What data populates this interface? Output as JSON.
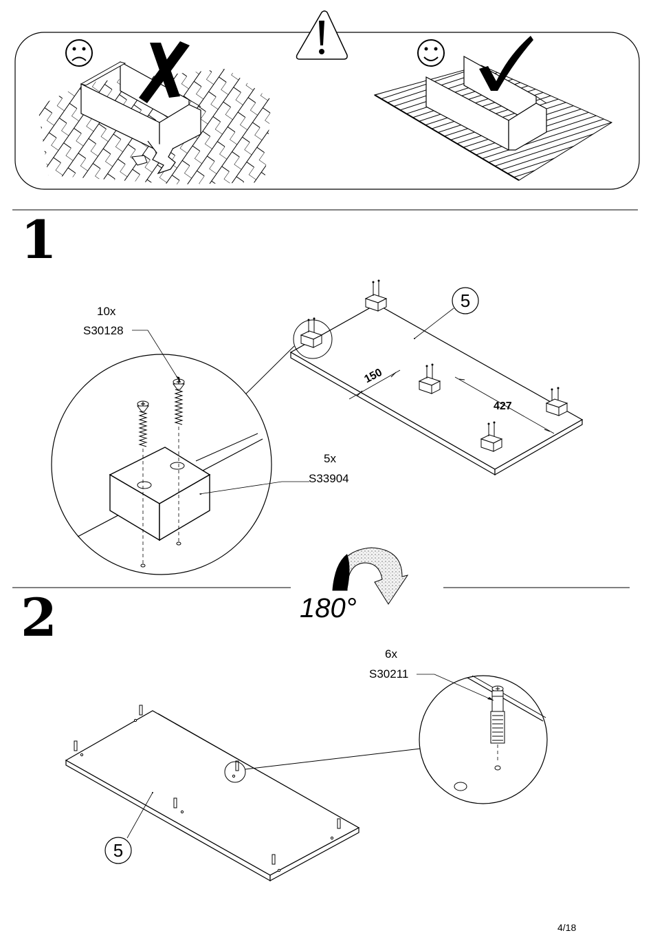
{
  "warning": {
    "icons": [
      "sad-face-icon",
      "warning-triangle-icon",
      "happy-face-icon",
      "cross-icon",
      "checkmark-icon"
    ]
  },
  "step1": {
    "number": "1",
    "screw_qty": "10x",
    "screw_code": "S30128",
    "foot_qty": "5x",
    "foot_code": "S33904",
    "part": "5",
    "dim_a": "150",
    "dim_b": "427"
  },
  "rotation": {
    "label": "180°"
  },
  "step2": {
    "number": "2",
    "dowel_qty": "6x",
    "dowel_code": "S30211",
    "part": "5"
  },
  "footer": {
    "page": "4/18"
  }
}
